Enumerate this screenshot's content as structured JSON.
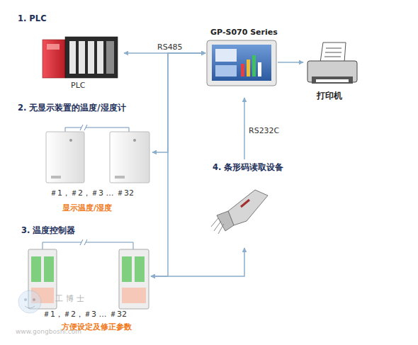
{
  "diagram": {
    "nodes": [
      {
        "text": [
          "1. PLC",
          "PLC"
        ]
      },
      {
        "text": [
          "GP-S070 Series"
        ]
      },
      {
        "text": [
          "打印机"
        ]
      },
      {
        "text": [
          "2. 无显示装置的温度/湿度计",
          "＃1，＃2，＃3 … ＃32",
          "显示温度/湿度"
        ]
      },
      {
        "text": [
          "4. 条形码读取设备"
        ]
      },
      {
        "text": [
          "3. 温度控制器",
          "＃1，＃2，＃3 … ＃32",
          "方便设定及修正参数"
        ]
      }
    ],
    "edges": [
      {
        "from": 0,
        "to": 1,
        "label": "RS485",
        "arrow": "both"
      },
      {
        "from": 1,
        "to": 3,
        "arrow": "both"
      },
      {
        "from": 1,
        "to": 5,
        "arrow": "both"
      },
      {
        "from": 5,
        "to": 4,
        "arrow": "both"
      },
      {
        "from": 4,
        "to": 1,
        "label": "RS232C",
        "arrow": "to"
      },
      {
        "from": 1,
        "to": 2,
        "arrow": "to"
      }
    ],
    "labels": [
      "工博士",
      "www.gongboshi.com"
    ]
  }
}
